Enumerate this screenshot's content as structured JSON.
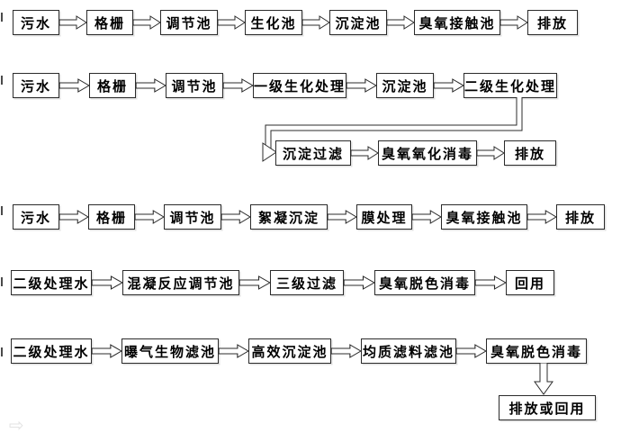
{
  "colors": {
    "background": "#ffffff",
    "box_border": "#2b2b2b",
    "box_fill": "#ffffff",
    "text": "#000000"
  },
  "flows": [
    {
      "id": "flow-1",
      "nodes": [
        "污水",
        "格栅",
        "调节池",
        "生化池",
        "沉淀池",
        "臭氧接触池",
        "排放"
      ]
    },
    {
      "id": "flow-2",
      "nodes": [
        "污水",
        "格栅",
        "调节池",
        "一级生化处理",
        "沉淀池",
        "二级生化处理"
      ],
      "connector": "elbow-down-left-arrow",
      "continuation": {
        "nodes": [
          "沉淀过滤",
          "臭氧氧化消毒",
          "排放"
        ]
      }
    },
    {
      "id": "flow-3",
      "nodes": [
        "污水",
        "格栅",
        "调节池",
        "絮凝沉淀",
        "膜处理",
        "臭氧接触池",
        "排放"
      ]
    },
    {
      "id": "flow-4",
      "nodes": [
        "二级处理水",
        "混凝反应调节池",
        "三级过滤",
        "臭氧脱色消毒",
        "回用"
      ]
    },
    {
      "id": "flow-5",
      "nodes": [
        "二级处理水",
        "曝气生物滤池",
        "高效沉淀池",
        "均质滤料滤池",
        "臭氧脱色消毒"
      ],
      "connector": "arrow-down",
      "continuation": {
        "nodes": [
          "排放或回用"
        ]
      }
    }
  ],
  "watermark": "⇨"
}
